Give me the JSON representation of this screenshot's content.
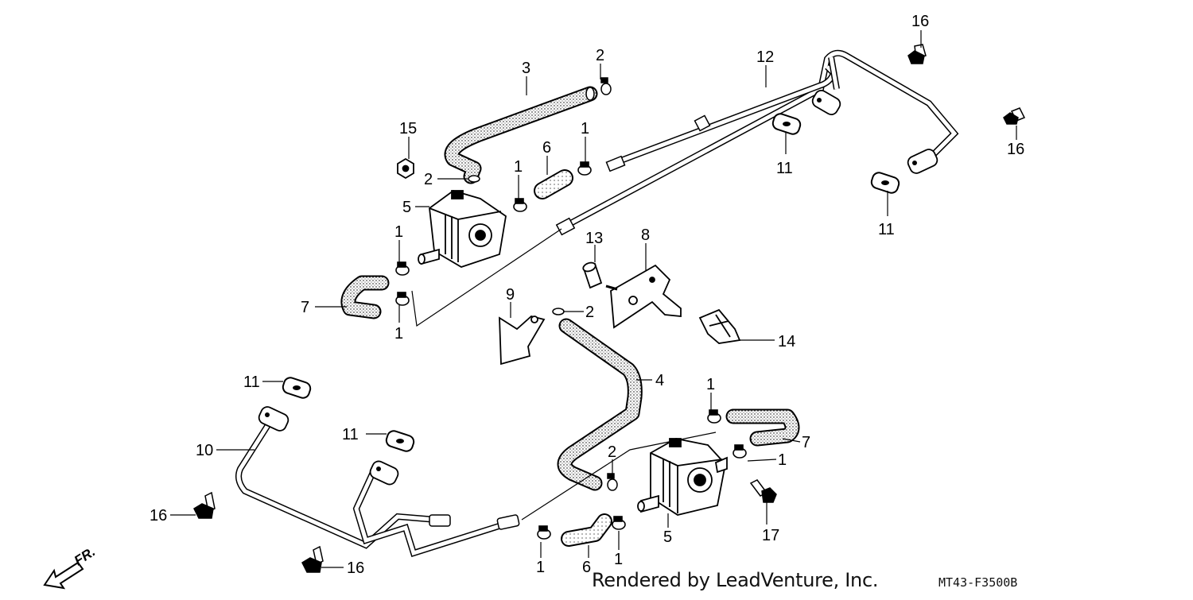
{
  "diagram": {
    "callouts": [
      {
        "id": "c3",
        "text": "3"
      },
      {
        "id": "c2a",
        "text": "2"
      },
      {
        "id": "c12",
        "text": "12"
      },
      {
        "id": "c16a",
        "text": "16"
      },
      {
        "id": "c15",
        "text": "15"
      },
      {
        "id": "c2b",
        "text": "2"
      },
      {
        "id": "c6a",
        "text": "6"
      },
      {
        "id": "c1a",
        "text": "1"
      },
      {
        "id": "c1b",
        "text": "1"
      },
      {
        "id": "c11a",
        "text": "11"
      },
      {
        "id": "c16b",
        "text": "16"
      },
      {
        "id": "c5a",
        "text": "5"
      },
      {
        "id": "c11b",
        "text": "11"
      },
      {
        "id": "c1c",
        "text": "1"
      },
      {
        "id": "c13",
        "text": "13"
      },
      {
        "id": "c8",
        "text": "8"
      },
      {
        "id": "c7a",
        "text": "7"
      },
      {
        "id": "c1d",
        "text": "1"
      },
      {
        "id": "c9",
        "text": "9"
      },
      {
        "id": "c2c",
        "text": "2"
      },
      {
        "id": "c14",
        "text": "14"
      },
      {
        "id": "c4",
        "text": "4"
      },
      {
        "id": "c11c",
        "text": "11"
      },
      {
        "id": "c1e",
        "text": "1"
      },
      {
        "id": "c11d",
        "text": "11"
      },
      {
        "id": "c10",
        "text": "10"
      },
      {
        "id": "c7b",
        "text": "7"
      },
      {
        "id": "c2d",
        "text": "2"
      },
      {
        "id": "c1f",
        "text": "1"
      },
      {
        "id": "c16c",
        "text": "16"
      },
      {
        "id": "c5b",
        "text": "5"
      },
      {
        "id": "c17",
        "text": "17"
      },
      {
        "id": "c1g",
        "text": "1"
      },
      {
        "id": "c6b",
        "text": "6"
      },
      {
        "id": "c1h",
        "text": "1"
      },
      {
        "id": "c16d",
        "text": "16"
      }
    ],
    "direction_label": "FR.",
    "render_credit": "Rendered by LeadVenture, Inc.",
    "diagram_code": "MT43-F3500B"
  }
}
